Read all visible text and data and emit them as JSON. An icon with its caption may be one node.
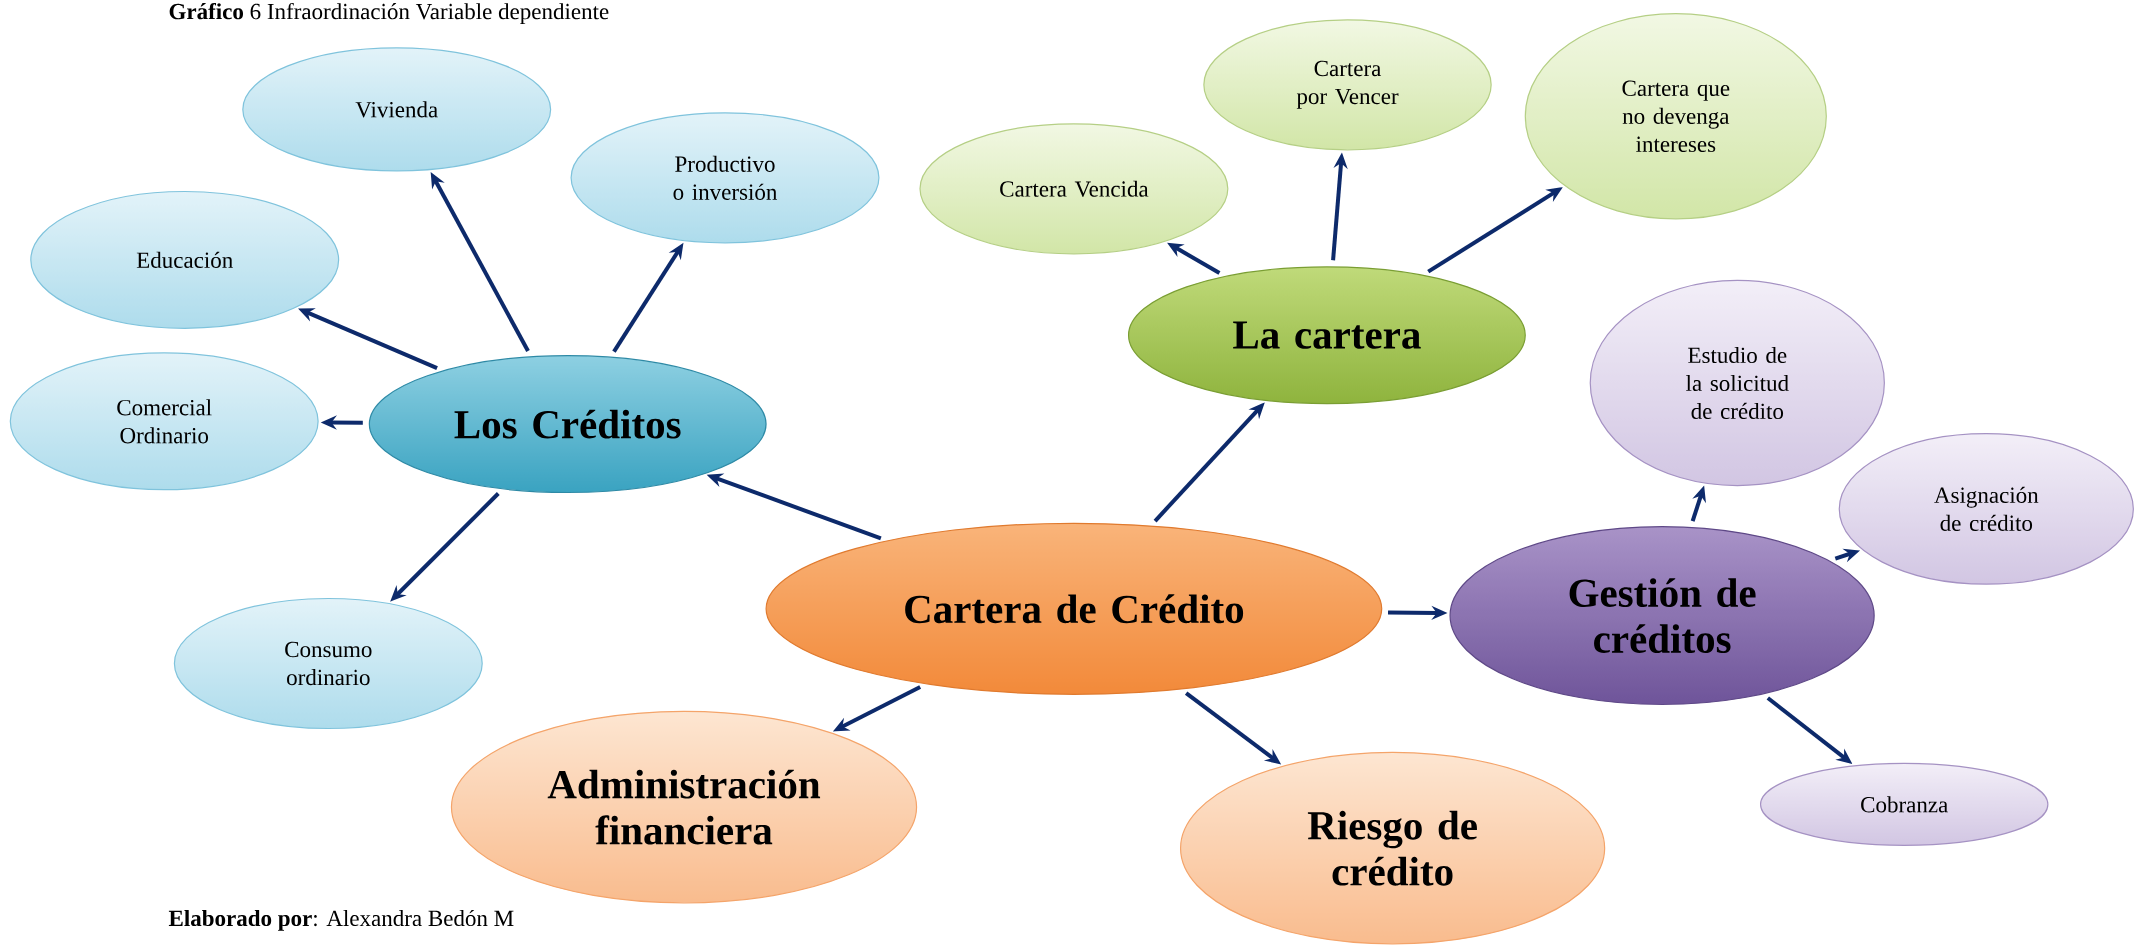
{
  "diagram": {
    "title": "**Gráfico** 6 Infraordinación Variable dependiente",
    "nodes": [
      {
        "text": [
          "Cartera de Crédito"
        ]
      },
      {
        "text": [
          "Los Créditos"
        ]
      },
      {
        "text": [
          "Vivienda"
        ]
      },
      {
        "text": [
          "Productivo o inversión"
        ]
      },
      {
        "text": [
          "Educación"
        ]
      },
      {
        "text": [
          "Comercial Ordinario"
        ]
      },
      {
        "text": [
          "Consumo ordinario"
        ]
      },
      {
        "text": [
          "La cartera"
        ]
      },
      {
        "text": [
          "Cartera Vencida"
        ]
      },
      {
        "text": [
          "Cartera por Vencer"
        ]
      },
      {
        "text": [
          "Cartera que no devenga intereses"
        ]
      },
      {
        "text": [
          "Gestión de créditos"
        ]
      },
      {
        "text": [
          "Estudio de la solicitud de crédito"
        ]
      },
      {
        "text": [
          "Asignación de crédito"
        ]
      },
      {
        "text": [
          "Cobranza"
        ]
      },
      {
        "text": [
          "Administración financiera"
        ]
      },
      {
        "text": [
          "Riesgo de crédito"
        ]
      }
    ],
    "edges": [
      {
        "from": 0,
        "to": 1,
        "arrow": "to"
      },
      {
        "from": 0,
        "to": 7,
        "arrow": "to"
      },
      {
        "from": 0,
        "to": 11,
        "arrow": "to"
      },
      {
        "from": 0,
        "to": 15,
        "arrow": "to"
      },
      {
        "from": 0,
        "to": 16,
        "arrow": "to"
      },
      {
        "from": 1,
        "to": 2,
        "arrow": "to"
      },
      {
        "from": 1,
        "to": 3,
        "arrow": "to"
      },
      {
        "from": 1,
        "to": 4,
        "arrow": "to"
      },
      {
        "from": 1,
        "to": 5,
        "arrow": "to"
      },
      {
        "from": 1,
        "to": 6,
        "arrow": "to"
      },
      {
        "from": 7,
        "to": 8,
        "arrow": "to"
      },
      {
        "from": 7,
        "to": 9,
        "arrow": "to"
      },
      {
        "from": 7,
        "to": 10,
        "arrow": "to"
      },
      {
        "from": 11,
        "to": 12,
        "arrow": "to"
      },
      {
        "from": 11,
        "to": 13,
        "arrow": "to"
      },
      {
        "from": 11,
        "to": 14,
        "arrow": "to"
      }
    ],
    "labels": [
      "**Elaborado por**: Alexandra Bedón M"
    ]
  }
}
